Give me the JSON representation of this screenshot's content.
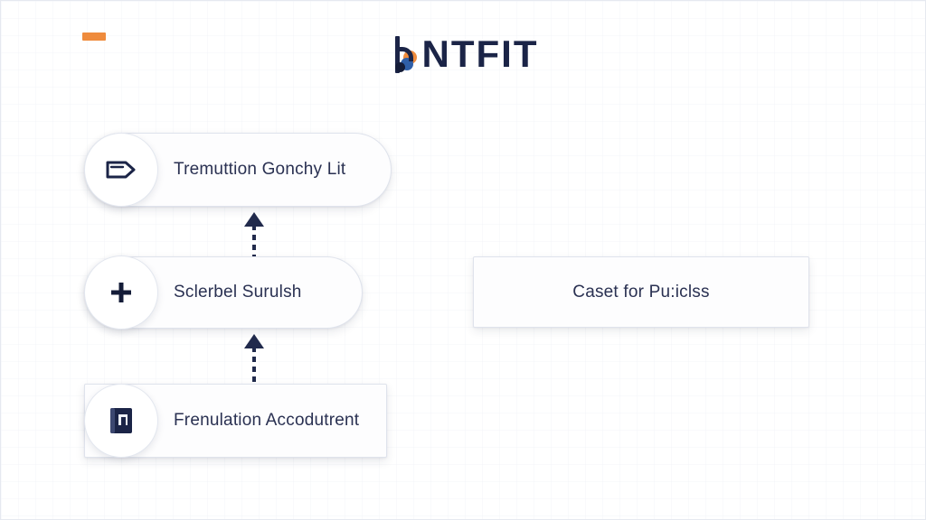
{
  "brand": {
    "name": "NTFIT",
    "logo_icon": "brand-mark-icon",
    "accent_orange": "#ef8b3c",
    "accent_blue": "#2f5fa8",
    "text_color": "#1b2447"
  },
  "flow": {
    "direction": "bottom-to-top",
    "steps": [
      {
        "label": "Tremuttion Gonchy Lit",
        "icon": "tag-icon",
        "shape": "pill"
      },
      {
        "label": "Sclerbel Surulsh",
        "icon": "plus-icon",
        "shape": "pill"
      },
      {
        "label": "Frenulation Accodutrent",
        "icon": "book-icon",
        "shape": "square"
      }
    ],
    "connectors": [
      {
        "icon": "arrow-up-icon",
        "style": "dashed"
      },
      {
        "icon": "arrow-up-icon",
        "style": "dashed"
      }
    ]
  },
  "side_panel": {
    "label": "Caset for Pu:iclss"
  }
}
